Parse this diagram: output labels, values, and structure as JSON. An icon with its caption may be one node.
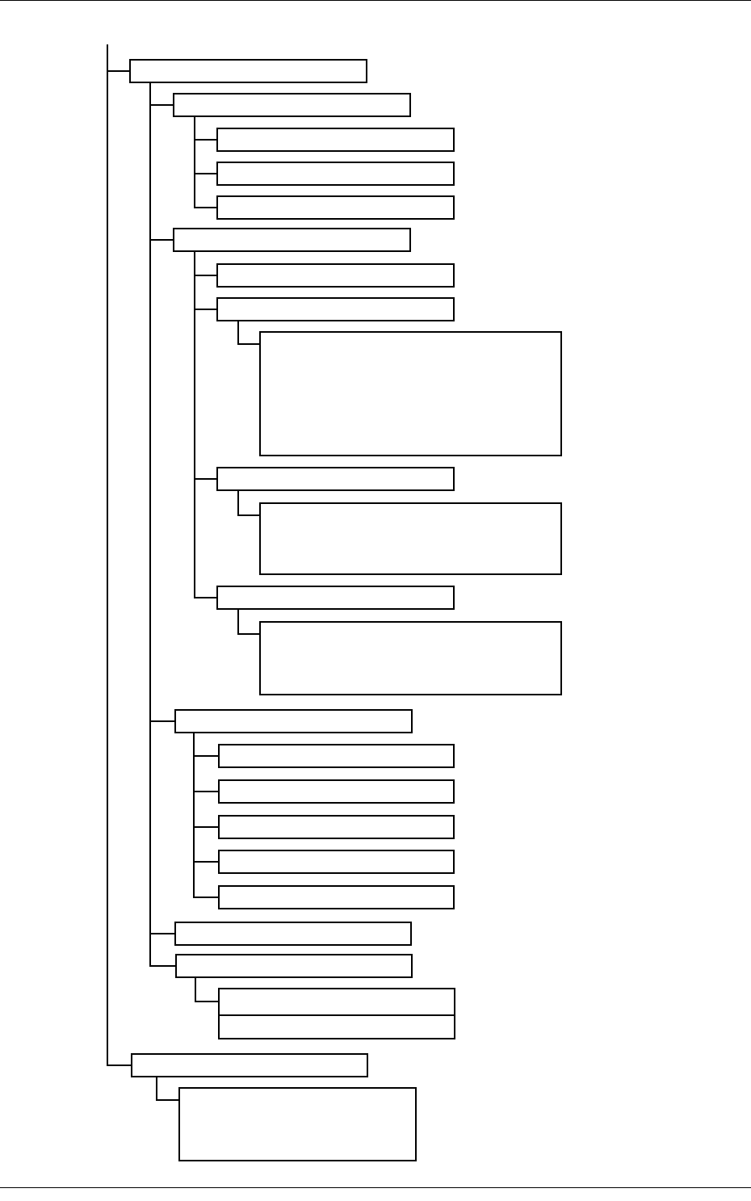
{
  "diagram": {
    "nodes": [
      {
        "text": [],
        "shape": "box"
      },
      {
        "text": [],
        "shape": "box"
      },
      {
        "text": [],
        "shape": "box"
      },
      {
        "text": [],
        "shape": "box"
      },
      {
        "text": [],
        "shape": "box"
      },
      {
        "text": [],
        "shape": "box"
      },
      {
        "text": [],
        "shape": "box"
      },
      {
        "text": [],
        "shape": "box"
      },
      {
        "text": [],
        "shape": "box"
      },
      {
        "text": [],
        "shape": "box"
      },
      {
        "text": [],
        "shape": "box"
      },
      {
        "text": [],
        "shape": "box"
      },
      {
        "text": [],
        "shape": "box"
      },
      {
        "text": [],
        "shape": "box"
      },
      {
        "text": [],
        "shape": "box"
      },
      {
        "text": [],
        "shape": "box"
      },
      {
        "text": [],
        "shape": "box"
      },
      {
        "text": [],
        "shape": "box"
      },
      {
        "text": [],
        "shape": "box"
      },
      {
        "text": [],
        "shape": "box"
      },
      {
        "text": [],
        "shape": "box"
      },
      {
        "text": [],
        "shape": "box"
      },
      {
        "text": [],
        "shape": "box"
      },
      {
        "text": [],
        "shape": "box"
      },
      {
        "text": [],
        "shape": "box"
      }
    ],
    "edges": [
      {
        "from": null,
        "to": 0,
        "arrow": "none"
      },
      {
        "from": 0,
        "to": 1,
        "arrow": "none"
      },
      {
        "from": 1,
        "to": 2,
        "arrow": "none"
      },
      {
        "from": 1,
        "to": 3,
        "arrow": "none"
      },
      {
        "from": 1,
        "to": 4,
        "arrow": "none"
      },
      {
        "from": 0,
        "to": 5,
        "arrow": "none"
      },
      {
        "from": 5,
        "to": 6,
        "arrow": "none"
      },
      {
        "from": 5,
        "to": 7,
        "arrow": "none"
      },
      {
        "from": 7,
        "to": 8,
        "arrow": "none"
      },
      {
        "from": 5,
        "to": 9,
        "arrow": "none"
      },
      {
        "from": 9,
        "to": 10,
        "arrow": "none"
      },
      {
        "from": 5,
        "to": 11,
        "arrow": "none"
      },
      {
        "from": 11,
        "to": 12,
        "arrow": "none"
      },
      {
        "from": 0,
        "to": 13,
        "arrow": "none"
      },
      {
        "from": 13,
        "to": 14,
        "arrow": "none"
      },
      {
        "from": 13,
        "to": 15,
        "arrow": "none"
      },
      {
        "from": 13,
        "to": 16,
        "arrow": "none"
      },
      {
        "from": 13,
        "to": 17,
        "arrow": "none"
      },
      {
        "from": 13,
        "to": 18,
        "arrow": "none"
      },
      {
        "from": 0,
        "to": 19,
        "arrow": "none"
      },
      {
        "from": 0,
        "to": 20,
        "arrow": "none"
      },
      {
        "from": 20,
        "to": 21,
        "arrow": "none"
      },
      {
        "from": null,
        "to": 23,
        "arrow": "none"
      },
      {
        "from": 23,
        "to": 24,
        "arrow": "none"
      }
    ]
  }
}
